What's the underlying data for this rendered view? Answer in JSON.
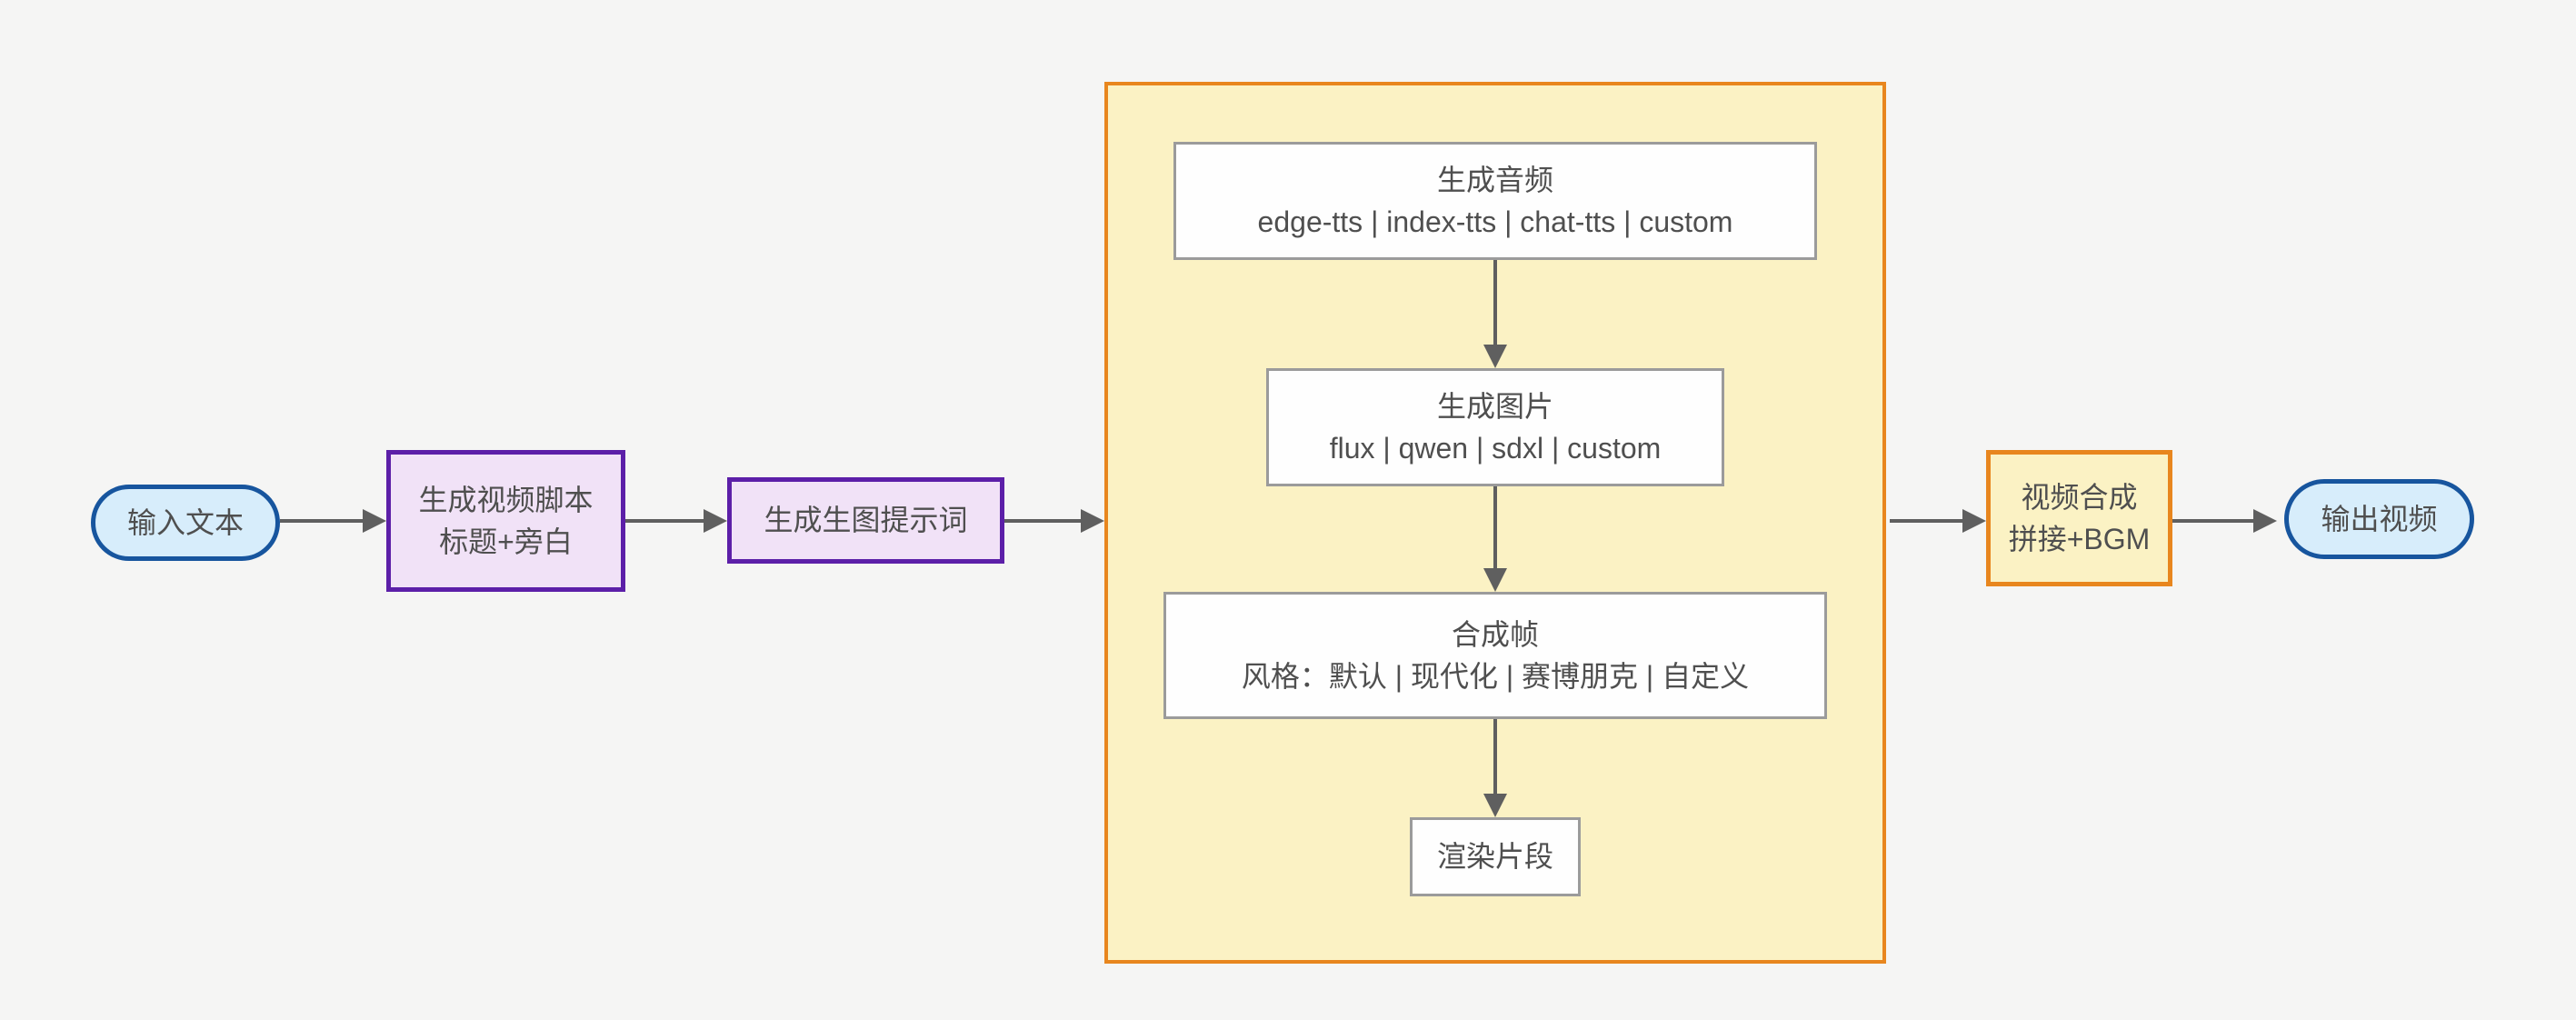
{
  "diagram": {
    "type": "flowchart",
    "direction": "left-to-right",
    "nodes": {
      "input": {
        "label": "输入文本",
        "shape": "stadium"
      },
      "script": {
        "line1": "生成视频脚本",
        "line2": "标题+旁白",
        "shape": "rect-purple"
      },
      "prompt": {
        "label": "生成生图提示词",
        "shape": "rect-purple"
      },
      "audio": {
        "line1": "生成音频",
        "line2": "edge-tts | index-tts | chat-tts | custom",
        "shape": "rect-white"
      },
      "image": {
        "line1": "生成图片",
        "line2": "flux | qwen | sdxl | custom",
        "shape": "rect-white"
      },
      "frame": {
        "line1": "合成帧",
        "line2": "风格：默认 | 现代化 | 赛博朋克 | 自定义",
        "shape": "rect-white"
      },
      "render": {
        "label": "渲染片段",
        "shape": "rect-white"
      },
      "compose": {
        "line1": "视频合成",
        "line2": "拼接+BGM",
        "shape": "rect-orange"
      },
      "output": {
        "label": "输出视频",
        "shape": "stadium"
      }
    },
    "subgraph": {
      "title": "",
      "contains": [
        "audio",
        "image",
        "frame",
        "render"
      ]
    },
    "edges": [
      {
        "from": "input",
        "to": "script"
      },
      {
        "from": "script",
        "to": "prompt"
      },
      {
        "from": "prompt",
        "to": "subgraph"
      },
      {
        "from": "audio",
        "to": "image"
      },
      {
        "from": "image",
        "to": "frame"
      },
      {
        "from": "frame",
        "to": "render"
      },
      {
        "from": "subgraph",
        "to": "compose"
      },
      {
        "from": "compose",
        "to": "output"
      }
    ],
    "colors": {
      "background": "#f5f5f4",
      "text": "#4f4f4f",
      "arrow": "#5f5f5f",
      "blue_border": "#17559e",
      "blue_fill": "#d7edfb",
      "purple_border": "#5c1fa8",
      "purple_fill": "#f1e2f7",
      "orange": "#e8861e",
      "yellow_fill": "#fbf2c4",
      "box_border": "#9b9b9b",
      "box_fill": "#fefefe"
    }
  }
}
